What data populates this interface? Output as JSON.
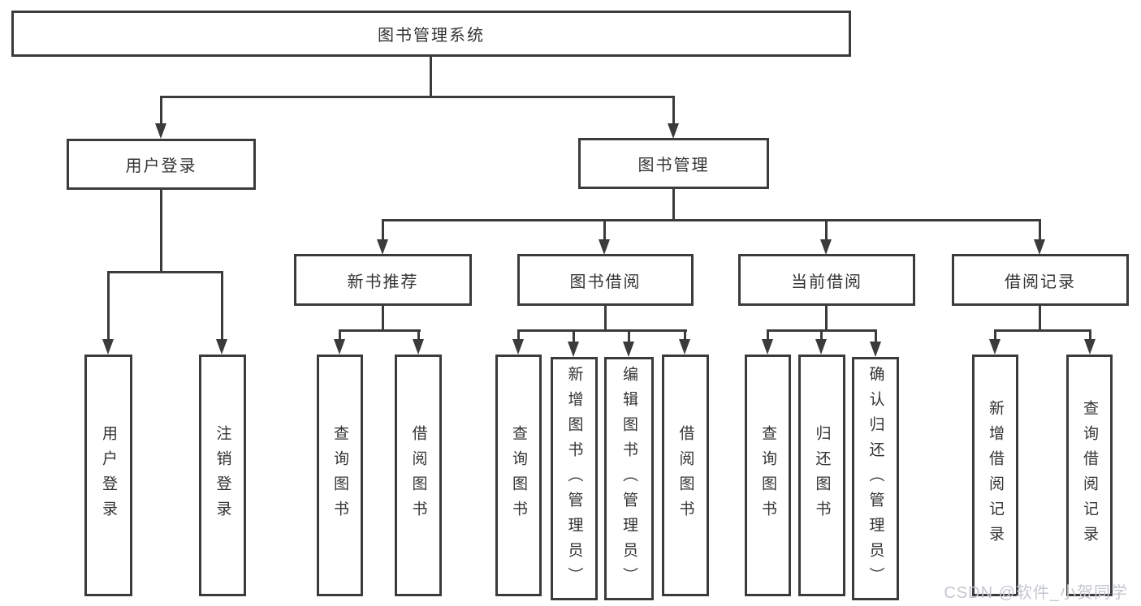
{
  "colors": {
    "line": "#3b3b3b",
    "text": "#333333",
    "box-bg": "#ffffff",
    "bg": "#ffffff",
    "watermark": "#c4c7cd"
  },
  "watermark": {
    "text": "CSDN @软件_小贺同学"
  },
  "diagram": {
    "root": {
      "label": "图书管理系统"
    },
    "level2": [
      {
        "label": "用户登录"
      },
      {
        "label": "图书管理"
      }
    ],
    "level3": [
      {
        "label": "新书推荐"
      },
      {
        "label": "图书借阅"
      },
      {
        "label": "当前借阅"
      },
      {
        "label": "借阅记录"
      }
    ],
    "leaves": {
      "user_login": [
        {
          "label": "用户登录"
        },
        {
          "label": "注销登录"
        }
      ],
      "new_book": [
        {
          "label": "查询图书"
        },
        {
          "label": "借阅图书"
        }
      ],
      "book_borrow": [
        {
          "label": "查询图书"
        },
        {
          "label": "新增图书（管理员）"
        },
        {
          "label": "编辑图书（管理员）"
        },
        {
          "label": "借阅图书"
        }
      ],
      "current_borrow": [
        {
          "label": "查询图书"
        },
        {
          "label": "归还图书"
        },
        {
          "label": "确认归还（管理员）"
        }
      ],
      "borrow_record": [
        {
          "label": "新增借阅记录"
        },
        {
          "label": "查询借阅记录"
        }
      ]
    }
  }
}
